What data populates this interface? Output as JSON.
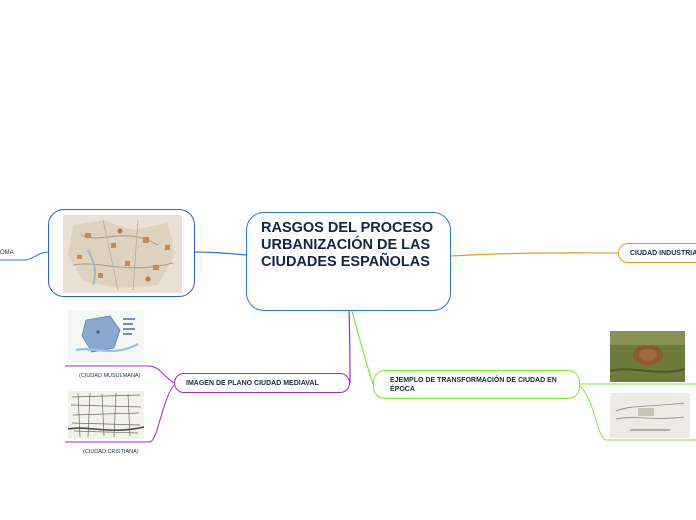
{
  "central": {
    "title": "RASGOS DEL PROCESO URBANIZACIÓN DE LAS CIUDADES ESPAÑOLAS"
  },
  "left_branch": {
    "cut_label": "OMA"
  },
  "right_branch": {
    "label": "CIUDAD INDUSTRIAL"
  },
  "medieval_branch": {
    "label": "IMAGEN DE PLANO CIUDAD MEDIAVAL",
    "children": [
      {
        "label": "(CIUDAD MUSULMANA)"
      },
      {
        "label": "(CIUDAD CRISTIANA)"
      }
    ]
  },
  "transform_branch": {
    "label": "EJEMPLO DE TRANSFORMACIÓN DE CIUDAD EN ÉPOCA"
  },
  "colors": {
    "blue": "#2a7ad6",
    "orange": "#e99a22",
    "purple": "#9a2ad6",
    "green": "#7fe63a"
  }
}
